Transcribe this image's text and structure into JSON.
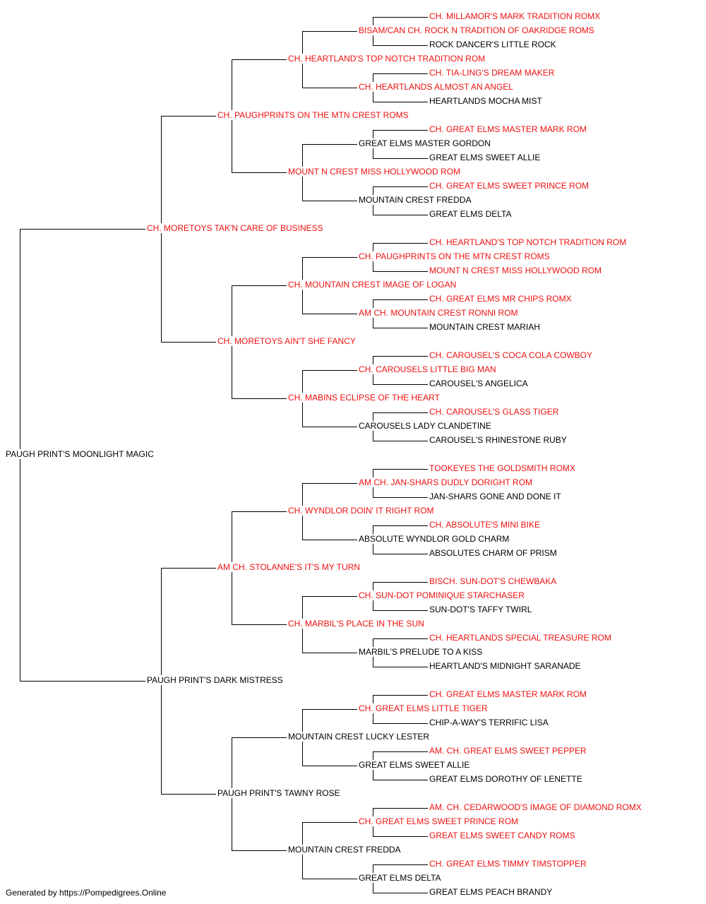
{
  "colors": {
    "champion": "#ee1111",
    "normal": "#000000",
    "line": "#000000"
  },
  "subject": {
    "name": "PAUGH PRINT'S MOONLIGHT MAGIC",
    "champion": false
  },
  "sire": {
    "name": "CH. MORETOYS TAK'N CARE OF BUSINESS",
    "champion": true
  },
  "dam": {
    "name": "PAUGH PRINT'S DARK MISTRESS",
    "champion": false
  },
  "grandparents": [
    {
      "name": "CH. PAUGHPRINTS ON THE MTN CREST ROMS",
      "champion": true
    },
    {
      "name": "CH. MORETOYS AIN'T SHE FANCY",
      "champion": true
    },
    {
      "name": "AM CH. STOLANNE'S IT'S MY TURN",
      "champion": true
    },
    {
      "name": "PAUGH PRINT'S TAWNY ROSE",
      "champion": false
    }
  ],
  "great_grandparents": [
    {
      "name": "CH. HEARTLAND'S TOP NOTCH TRADITION ROM",
      "champion": true
    },
    {
      "name": "MOUNT N CREST MISS HOLLYWOOD ROM",
      "champion": true
    },
    {
      "name": "CH. MOUNTAIN CREST IMAGE OF LOGAN",
      "champion": true
    },
    {
      "name": "CH. MABINS ECLIPSE OF THE HEART",
      "champion": true
    },
    {
      "name": "CH. WYNDLOR DOIN' IT RIGHT ROM",
      "champion": true
    },
    {
      "name": "CH. MARBIL'S PLACE IN THE SUN",
      "champion": true
    },
    {
      "name": "MOUNTAIN CREST LUCKY LESTER",
      "champion": false
    },
    {
      "name": "MOUNTAIN CREST FREDDA",
      "champion": false
    }
  ],
  "great_great_grandparents": [
    {
      "name": "BISAM/CAN CH. ROCK N TRADITION OF OAKRIDGE ROMS",
      "champion": true
    },
    {
      "name": "CH. HEARTLANDS ALMOST AN ANGEL",
      "champion": true
    },
    {
      "name": "GREAT ELMS MASTER GORDON",
      "champion": false
    },
    {
      "name": "MOUNTAIN CREST FREDDA",
      "champion": false
    },
    {
      "name": "CH. PAUGHPRINTS ON THE MTN CREST ROMS",
      "champion": true
    },
    {
      "name": "AM CH. MOUNTAIN CREST RONNI ROM",
      "champion": true
    },
    {
      "name": "CH. CAROUSELS LITTLE BIG MAN",
      "champion": true
    },
    {
      "name": "CAROUSELS LADY CLANDETINE",
      "champion": false
    },
    {
      "name": "AM CH. JAN-SHARS DUDLY DORIGHT ROM",
      "champion": true
    },
    {
      "name": "ABSOLUTE WYNDLOR GOLD CHARM",
      "champion": false
    },
    {
      "name": "CH. SUN-DOT POMINIQUE STARCHASER",
      "champion": true
    },
    {
      "name": "MARBIL'S PRELUDE TO A KISS",
      "champion": false
    },
    {
      "name": "CH. GREAT ELMS LITTLE TIGER",
      "champion": true
    },
    {
      "name": "GREAT ELMS SWEET ALLIE",
      "champion": false
    },
    {
      "name": "CH. GREAT ELMS SWEET PRINCE ROM",
      "champion": true
    },
    {
      "name": "GREAT ELMS DELTA",
      "champion": false
    }
  ],
  "generation_5": [
    {
      "name": "CH. MILLAMOR'S MARK TRADITION ROMX",
      "champion": true
    },
    {
      "name": "ROCK DANCER'S LITTLE ROCK",
      "champion": false
    },
    {
      "name": "CH. TIA-LING'S DREAM MAKER",
      "champion": true
    },
    {
      "name": "HEARTLANDS MOCHA MIST",
      "champion": false
    },
    {
      "name": "CH. GREAT ELMS MASTER MARK ROM",
      "champion": true
    },
    {
      "name": "GREAT ELMS SWEET ALLIE",
      "champion": false
    },
    {
      "name": "CH. GREAT ELMS SWEET PRINCE ROM",
      "champion": true
    },
    {
      "name": "GREAT ELMS DELTA",
      "champion": false
    },
    {
      "name": "CH. HEARTLAND'S TOP NOTCH TRADITION ROM",
      "champion": true
    },
    {
      "name": "MOUNT N CREST MISS HOLLYWOOD ROM",
      "champion": true
    },
    {
      "name": "CH. GREAT ELMS MR CHIPS ROMX",
      "champion": true
    },
    {
      "name": "MOUNTAIN CREST MARIAH",
      "champion": false
    },
    {
      "name": "CH. CAROUSEL'S COCA COLA COWBOY",
      "champion": true
    },
    {
      "name": "CAROUSEL'S ANGELICA",
      "champion": false
    },
    {
      "name": "CH. CAROUSEL'S GLASS TIGER",
      "champion": true
    },
    {
      "name": "CAROUSEL'S RHINESTONE RUBY",
      "champion": false
    },
    {
      "name": "TOOKEYES THE GOLDSMITH ROMX",
      "champion": true
    },
    {
      "name": "JAN-SHARS GONE AND DONE IT",
      "champion": false
    },
    {
      "name": "CH. ABSOLUTE'S MINI BIKE",
      "champion": true
    },
    {
      "name": "ABSOLUTES CHARM OF PRISM",
      "champion": false
    },
    {
      "name": "BISCH. SUN-DOT'S CHEWBAKA",
      "champion": true
    },
    {
      "name": "SUN-DOT'S TAFFY TWIRL",
      "champion": false
    },
    {
      "name": "CH. HEARTLANDS SPECIAL TREASURE ROM",
      "champion": true
    },
    {
      "name": "HEARTLAND'S MIDNIGHT SARANADE",
      "champion": false
    },
    {
      "name": "CH. GREAT ELMS MASTER MARK ROM",
      "champion": true
    },
    {
      "name": "CHIP-A-WAY'S TERRIFIC LISA",
      "champion": false
    },
    {
      "name": "AM. CH. GREAT ELMS SWEET PEPPER",
      "champion": true
    },
    {
      "name": "GREAT ELMS DOROTHY OF LENETTE",
      "champion": false
    },
    {
      "name": "AM. CH. CEDARWOOD'S IMAGE OF DIAMOND ROMX",
      "champion": true
    },
    {
      "name": "GREAT ELMS SWEET CANDY ROMS",
      "champion": true
    },
    {
      "name": "CH. GREAT ELMS TIMMY TIMSTOPPER",
      "champion": true
    },
    {
      "name": "GREAT ELMS PEACH BRANDY",
      "champion": false
    }
  ],
  "footer": "Generated by https://Pompedigrees.Online"
}
